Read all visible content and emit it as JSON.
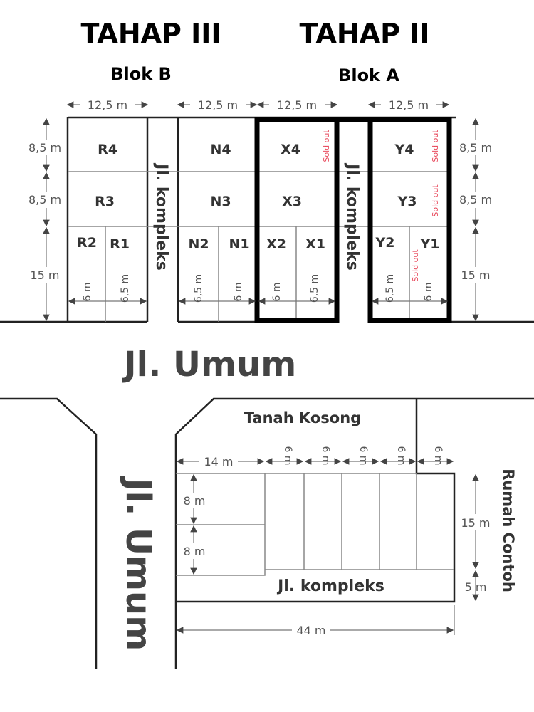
{
  "titles": {
    "tahap3": "TAHAP III",
    "tahap2": "TAHAP II",
    "blok_b": "Blok B",
    "blok_a": "Blok A"
  },
  "top_dims": {
    "w1": "12,5 m",
    "w2": "12,5 m",
    "w3": "12,5 m",
    "w4": "12,5 m",
    "h1": "8,5 m",
    "h2": "8,5 m",
    "h3": "15 m",
    "rh1": "8,5 m",
    "rh2": "8,5 m",
    "rh3": "15 m"
  },
  "lots": {
    "R4": "R4",
    "R3": "R3",
    "R2": "R2",
    "R1": "R1",
    "N4": "N4",
    "N3": "N3",
    "N2": "N2",
    "N1": "N1",
    "X4": "X4",
    "X3": "X3",
    "X2": "X2",
    "X1": "X1",
    "Y4": "Y4",
    "Y3": "Y3",
    "Y2": "Y2",
    "Y1": "Y1"
  },
  "lot_widths": [
    "6 m",
    "6,5 m",
    "6,5 m",
    "6 m",
    "6 m",
    "6,5 m",
    "6,5 m",
    "6 m"
  ],
  "sold_out": "Sold out",
  "roads": {
    "kompleks1": "Jl. kompleks",
    "kompleks2": "Jl. kompleks",
    "umum_h": "Jl. Umum",
    "umum_v": "Jl. Umum",
    "kompleks3": "Jl. kompleks"
  },
  "lower": {
    "tanah_kosong": "Tanah Kosong",
    "rumah_contoh": "Rumah Contoh",
    "w14": "14 m",
    "w6": [
      "6 m",
      "6 m",
      "6 m",
      "6 m",
      "6 m"
    ],
    "h8a": "8 m",
    "h8b": "8 m",
    "h15": "15 m",
    "h5": "5 m",
    "w44": "44 m"
  }
}
